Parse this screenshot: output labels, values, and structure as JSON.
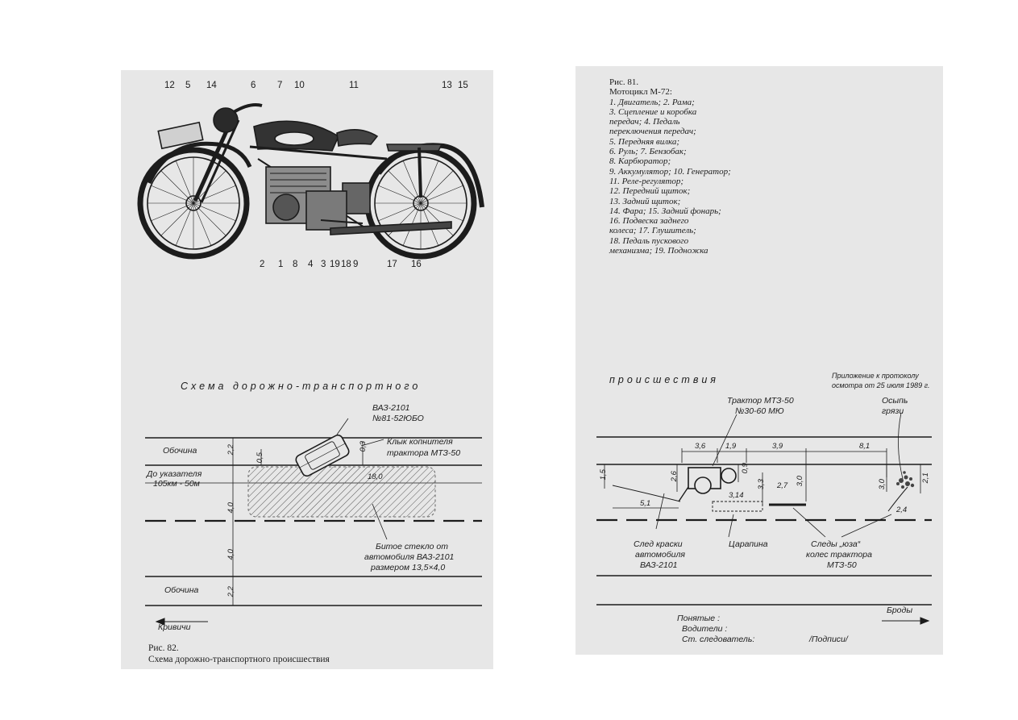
{
  "left_page": {
    "moto_numbers_top": [
      "12",
      "5",
      "14",
      "6",
      "7",
      "10",
      "11",
      "13",
      "15"
    ],
    "moto_numbers_bottom": [
      "2",
      "1",
      "8",
      "4",
      "3",
      "19",
      "18",
      "9",
      "17",
      "16"
    ],
    "scheme_heading": "Схема дорожно-транспортного",
    "labels": {
      "car_model": "ВАЗ-2101",
      "car_plate": "№81-52ЮБО",
      "shoulder_top": "Обочина",
      "to_sign_1": "До указателя",
      "to_sign_2": "105км - 50м",
      "fang_1": "Клык копнителя",
      "fang_2": "трактора МТЗ-50",
      "glass_1": "Битое стекло от",
      "glass_2": "автомобиля ВАЗ-2101",
      "glass_3": "размером 13,5×4,0",
      "shoulder_bottom": "Обочина",
      "direction_left": "Кривичи"
    },
    "dimensions": {
      "d_2_2_top": "2,2",
      "d_0_5": "0,5",
      "d_0_3": "0,3",
      "d_18_0": "18,0",
      "d_4_0_upper": "4,0",
      "d_4_0_lower": "4,0",
      "d_2_2_bottom": "2,2"
    },
    "caption_title": "Рис. 82.",
    "caption_text": "Схема дорожно-транспортного происшествия"
  },
  "right_page": {
    "legend": [
      "Рис. 81.",
      "Мотоцикл М-72:",
      "1. Двигатель; 2. Рама;",
      "3. Сцепление и коробка",
      "передач; 4. Педаль",
      "переключения передач;",
      "5. Передняя вилка;",
      "6. Руль; 7. Бензобак;",
      "8. Карбюратор;",
      "9. Аккумулятор; 10. Генератор;",
      "11. Реле-регулятор;",
      "12. Передний щиток;",
      "13. Задний щиток;",
      "14. Фара; 15. Задний фонарь;",
      "16. Подвеска заднего",
      "колеса; 17. Глушитель;",
      "18. Педаль пускового",
      "механизма; 19. Подножка"
    ],
    "scheme_heading": "происшествия",
    "appendix_1": "Приложение к протоколу",
    "appendix_2": "осмотра от 25 июля 1989 г.",
    "labels": {
      "tractor_1": "Трактор МТЗ-50",
      "tractor_2": "№30-60 МЮ",
      "spill_1": "Осыпь",
      "spill_2": "грязи",
      "paint_1": "След краски",
      "paint_2": "автомобиля",
      "paint_3": "ВАЗ-2101",
      "scratch": "Царапина",
      "skid_1": "Следы „юза“",
      "skid_2": "колес трактора",
      "skid_3": "МТЗ-50",
      "direction_right": "Броды"
    },
    "dimensions": {
      "d_3_6": "3,6",
      "d_1_9": "1,9",
      "d_3_9": "3,9",
      "d_8_1": "8,1",
      "d_1_5": "1,5",
      "d_2_6": "2,6",
      "d_0_9": "0,9",
      "d_3_3": "3,3",
      "d_2_7": "2,7",
      "d_3_0a": "3,0",
      "d_3_0b": "3,0",
      "d_2_1": "2,1",
      "d_3_14": "3,14",
      "d_5_1": "5,1",
      "d_2_4": "2,4"
    },
    "witnesses": "Понятые :",
    "drivers": "Водители :",
    "investigator": "Ст. следователь:",
    "signatures": "/Подписи/"
  },
  "colors": {
    "paper": "#e7e7e7",
    "ink": "#1c1c1c",
    "hatch": "#555555"
  }
}
